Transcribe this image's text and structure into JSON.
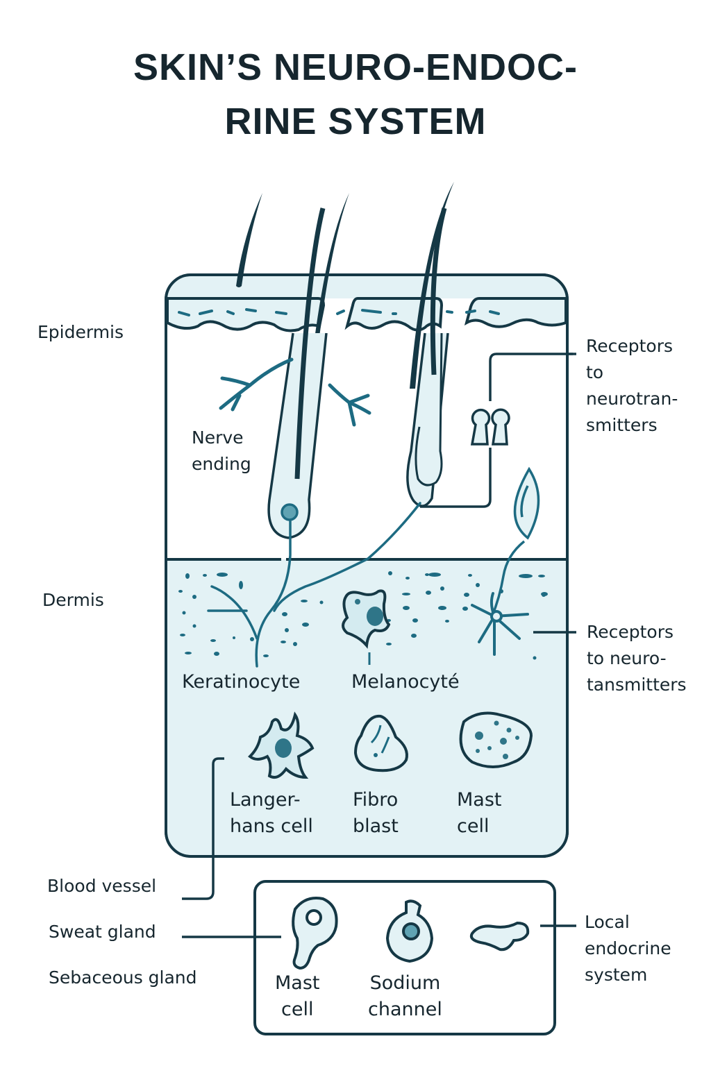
{
  "title": {
    "line1": "SKIN’S NEURO-ENDOC-",
    "line2": "RINE SYSTEM"
  },
  "colors": {
    "outline": "#153845",
    "accent": "#1d6b82",
    "fill_light": "#e3f2f5",
    "text": "#16262e"
  },
  "left_labels": {
    "epidermis": "Epidermis",
    "dermis": "Dermis",
    "blood_vessel": "Blood vessel",
    "sweat_gland": "Sweat gland",
    "sebaceous_gland": "Sebaceous gland"
  },
  "inner_labels": {
    "nerve_ending": [
      "Nerve",
      "ending"
    ],
    "keratinocyte": "Keratinocyte",
    "melanocyte": "Melanocyté",
    "langerhans": [
      "Langer-",
      "hans cell"
    ],
    "fibroblast": [
      "Fibro",
      "blast"
    ],
    "mast_cell": [
      "Mast",
      "cell"
    ]
  },
  "right_labels": {
    "receptors_1": [
      "Receptors",
      "to",
      "neurotran-",
      "smitters"
    ],
    "receptors_2": [
      "Receptors",
      "to neuro-",
      "tansmitters"
    ],
    "local_endocrine": [
      "Local",
      "endocrine",
      "system"
    ]
  },
  "bottom_box": {
    "mast_cell": [
      "Mast",
      "cell"
    ],
    "sodium_channel": [
      "Sodium",
      "channel"
    ]
  }
}
